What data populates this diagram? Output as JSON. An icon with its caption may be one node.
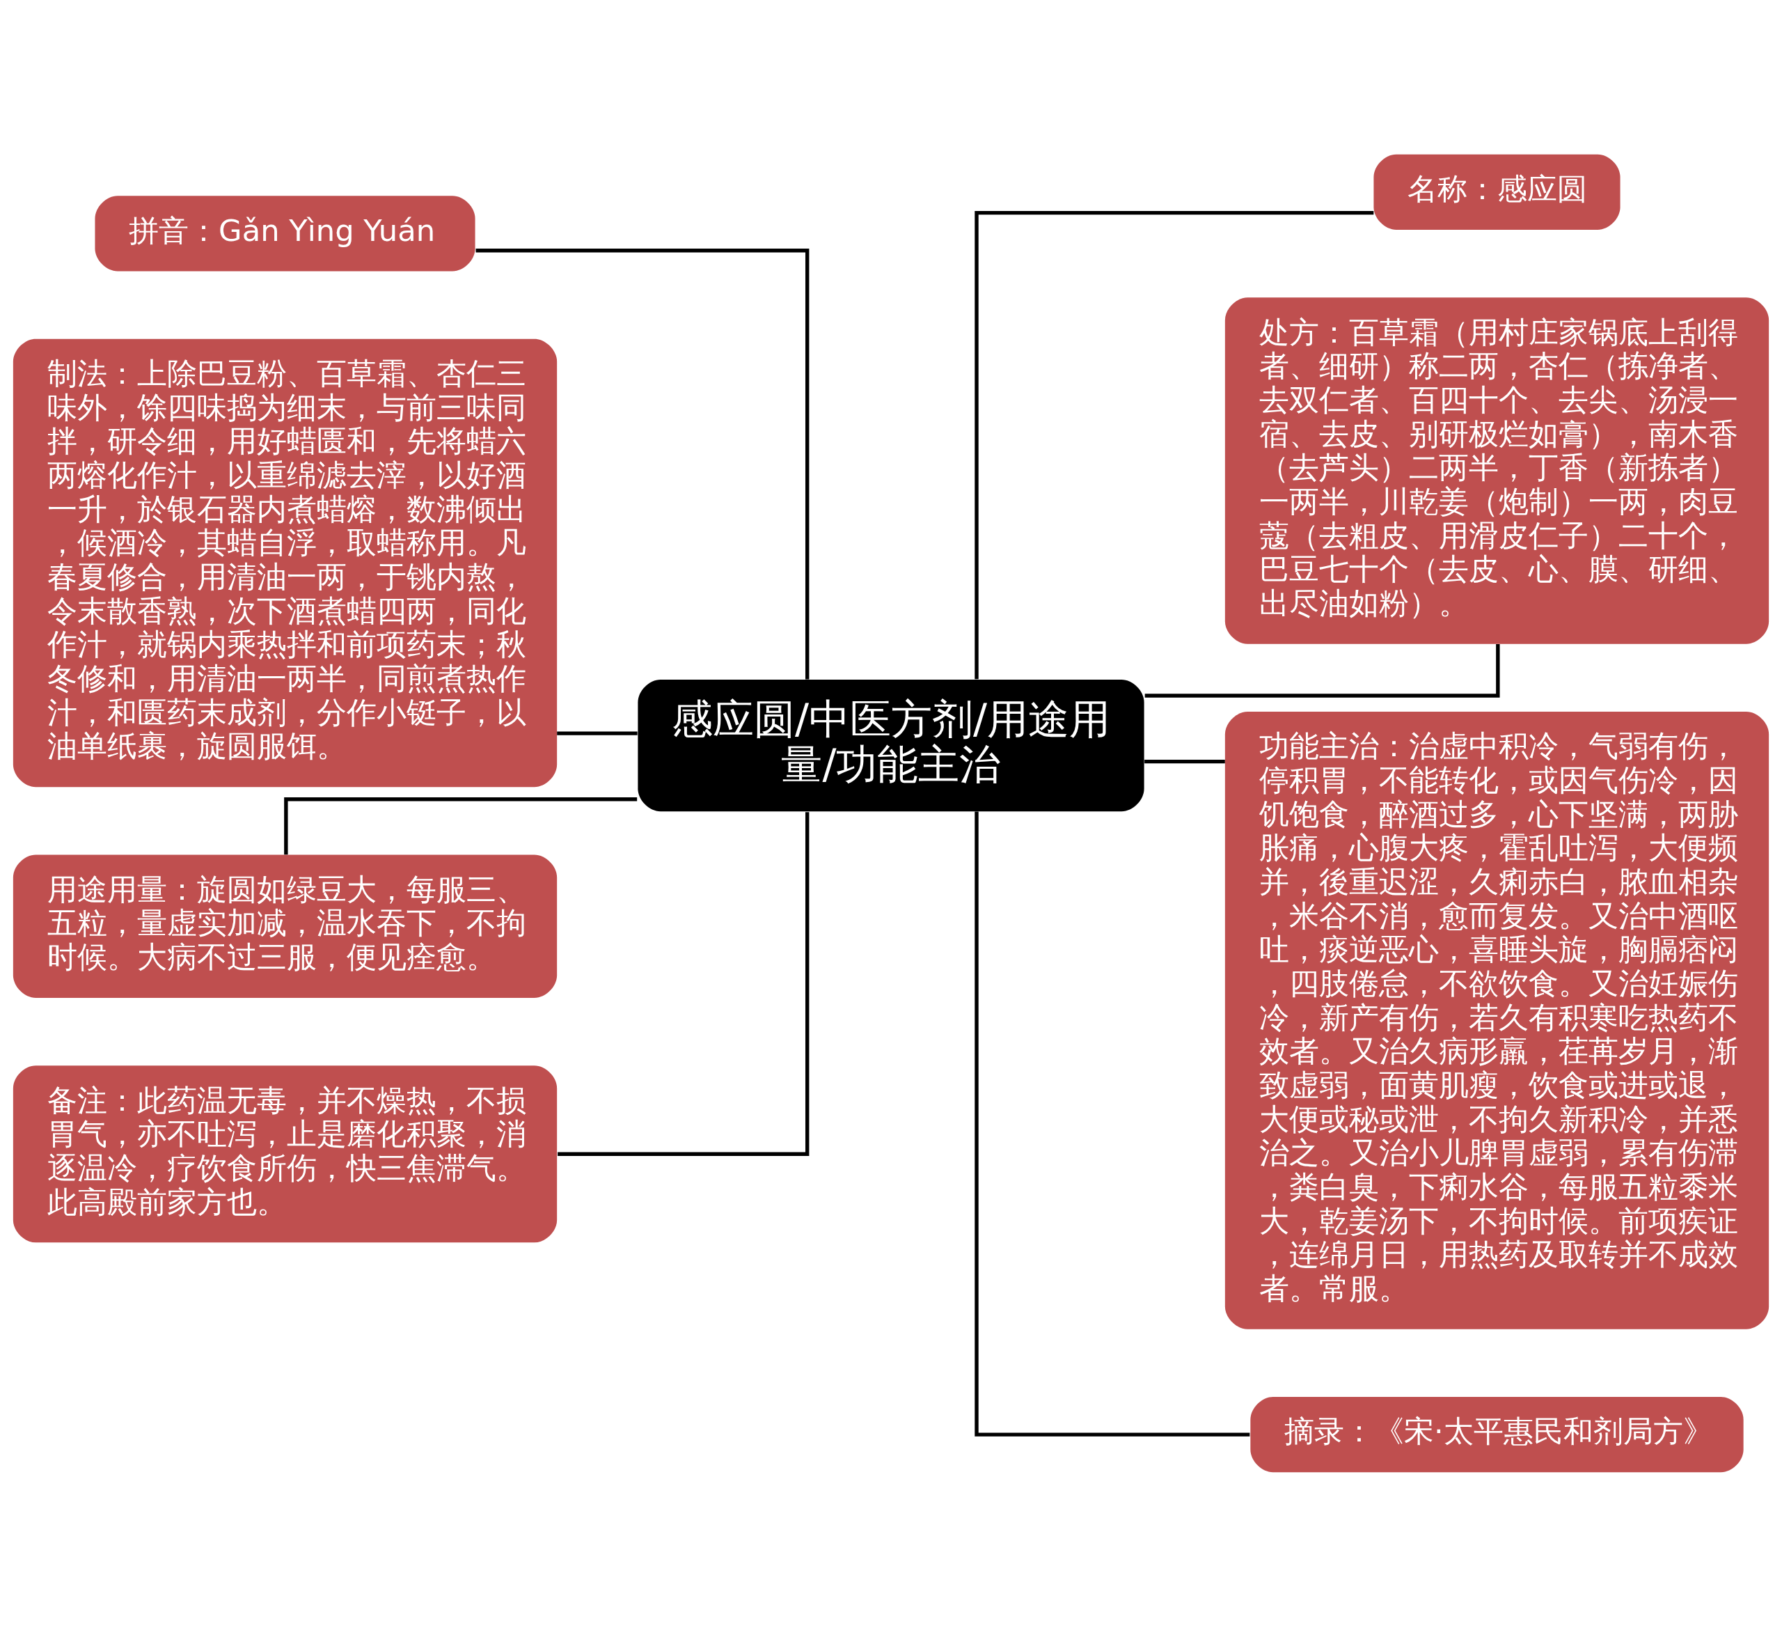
{
  "diagram": {
    "nodes": [
      {
        "text": [
          "感应圆/中医方剂/用途用量/功能主治"
        ]
      },
      {
        "text": [
          "名称：感应圆"
        ]
      },
      {
        "text": [
          "处方：百草霜（用村庄家锅底上刮得者、细研）称二两，杏仁（拣净者、去双仁者、百四十个、去尖、汤浸一宿、去皮、别研极烂如膏），南木香（去芦头）二两半，丁香（新拣者）一两半，川乾姜（炮制）一两，肉豆蔻（去粗皮、用滑皮仁子）二十个，巴豆七十个（去皮、心、膜、研细、出尽油如粉）。"
        ]
      },
      {
        "text": [
          "功能主治：治虚中积冷，气弱有伤，停积胃，不能转化，或因气伤冷，因饥饱食，醉酒过多，心下坚满，两胁胀痛，心腹大疼，霍乱吐泻，大便频并，後重迟涩，久痢赤白，脓血相杂，米谷不消，愈而复发。又治中酒呕吐，痰逆恶心，喜睡头旋，胸膈痞闷，四肢倦怠，不欲饮食。又治妊娠伤冷，新产有伤，若久有积寒吃热药不效者。又治久病形羸，荏苒岁月，渐致虚弱，面黄肌瘦，饮食或进或退，大便或秘或泄，不拘久新积冷，并悉治之。又治小儿脾胃虚弱，累有伤滞，粪白臭，下痢水谷，每服五粒黍米大，乾姜汤下，不拘时候。前项疾证，连绵月日，用热药及取转并不成效者。常服。"
        ]
      },
      {
        "text": [
          "摘录：《宋·太平惠民和剂局方》"
        ]
      },
      {
        "text": [
          "拼音：Gǎn Yìng Yuán"
        ]
      },
      {
        "text": [
          "制法：上除巴豆粉、百草霜、杏仁三味外，馀四味捣为细末，与前三味同拌，研令细，用好蜡匮和，先将蜡六两熔化作汁，以重绵滤去滓，以好酒一升，於银石器内煮蜡熔，数沸倾出，候酒冷，其蜡自浮，取蜡称用。凡春夏修合，用清油一两，于铫内熬，令末散香熟，次下酒煮蜡四两，同化作汁，就锅内乘热拌和前项药末；秋冬修和，用清油一两半，同煎煮热作汁，和匮药末成剂，分作小铤子，以油单纸裹，旋圆服饵。"
        ]
      },
      {
        "text": [
          "用途用量：旋圆如绿豆大，每服三、五粒，量虚实加减，温水吞下，不拘时候。大病不过三服，便见痊愈。"
        ]
      },
      {
        "text": [
          "备注：此药温无毒，并不燥热，不损胃气，亦不吐泻，止是磨化积聚，消逐温冷，疗饮食所伤，快三焦滞气。此高殿前家方也。"
        ]
      }
    ],
    "edges": [
      {
        "from": 0,
        "to": 1,
        "arrow": "none"
      },
      {
        "from": 0,
        "to": 2,
        "arrow": "none"
      },
      {
        "from": 0,
        "to": 3,
        "arrow": "none"
      },
      {
        "from": 0,
        "to": 4,
        "arrow": "none"
      },
      {
        "from": 0,
        "to": 5,
        "arrow": "none"
      },
      {
        "from": 0,
        "to": 6,
        "arrow": "none"
      },
      {
        "from": 0,
        "to": 7,
        "arrow": "none"
      },
      {
        "from": 0,
        "to": 8,
        "arrow": "none"
      }
    ]
  }
}
